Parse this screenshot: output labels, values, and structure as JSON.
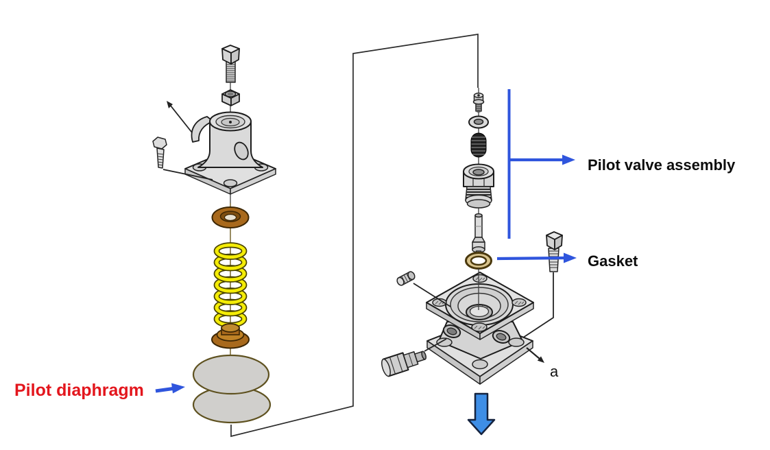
{
  "diagram": {
    "type": "exploded-parts-diagram",
    "subject": "pilot valve exploded view",
    "labels": {
      "pilot_diaphragm": "Pilot diaphragm",
      "pilot_valve_assembly": "Pilot valve assembly",
      "gasket": "Gasket",
      "location_marker": "a"
    },
    "colors": {
      "label_red": "#e3161d",
      "callout_blue": "#2f55dd",
      "down_arrow_blue": "#3e8ee6",
      "spring_yellow": "#f4ec06",
      "seat_brown": "#a8691c",
      "seat_brown_light": "#c08a2e",
      "gasket_tan": "#d8c38c",
      "diaphragm_gray": "#d0cfcc",
      "metal_light": "#dedede",
      "outline_dark": "#1c1c1c"
    },
    "parts": {
      "left_assembly": [
        "adjusting-bolt",
        "lock-nut",
        "retainer-clip",
        "spring-bonnet",
        "bonnet-flange",
        "flange-bolt",
        "upper-spring-seat",
        "pilot-spring",
        "lower-spring-seat",
        "pilot-diaphragm"
      ],
      "right_assembly": [
        "pilot-screw",
        "pilot-washer",
        "pilot-valve-spring",
        "valve-seat-bushing",
        "valve-stem",
        "gasket-ring",
        "upper-flange-plate",
        "lower-flange-plate",
        "plug-screw",
        "compression-fitting",
        "body-bolt"
      ]
    }
  }
}
